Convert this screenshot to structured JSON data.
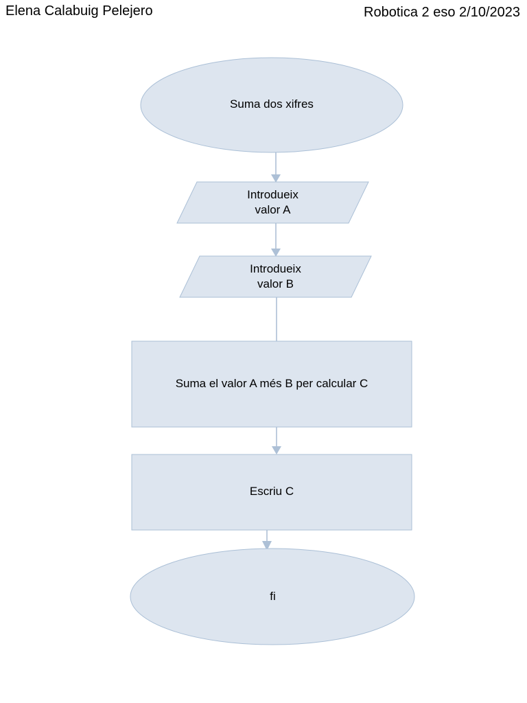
{
  "header": {
    "author": "Elena Calabuig Pelejero",
    "course_date": "Robotica 2 eso 2/10/2023"
  },
  "flowchart": {
    "title": "Suma dos xifres",
    "nodes": [
      {
        "id": "start",
        "type": "terminator",
        "label": "Suma dos xifres"
      },
      {
        "id": "in_a",
        "type": "input-output",
        "label": "Introdueix\nvalor A"
      },
      {
        "id": "in_b",
        "type": "input-output",
        "label": "Introdueix\nvalor B"
      },
      {
        "id": "calc",
        "type": "process",
        "label": "Suma el valor A més B per calcular C"
      },
      {
        "id": "write",
        "type": "process",
        "label": "Escriu C"
      },
      {
        "id": "end",
        "type": "terminator",
        "label": "fi"
      }
    ],
    "connectors": [
      {
        "from": "start",
        "to": "in_a",
        "arrow": true
      },
      {
        "from": "in_a",
        "to": "in_b",
        "arrow": true
      },
      {
        "from": "in_b",
        "to": "calc",
        "arrow": false
      },
      {
        "from": "calc",
        "to": "write",
        "arrow": true
      },
      {
        "from": "write",
        "to": "end",
        "arrow": true
      }
    ],
    "colors": {
      "shape_fill": "#dde5ef",
      "shape_stroke": "#aabfd6",
      "connector": "#adc0d6",
      "text": "#000000",
      "background": "#ffffff"
    }
  }
}
